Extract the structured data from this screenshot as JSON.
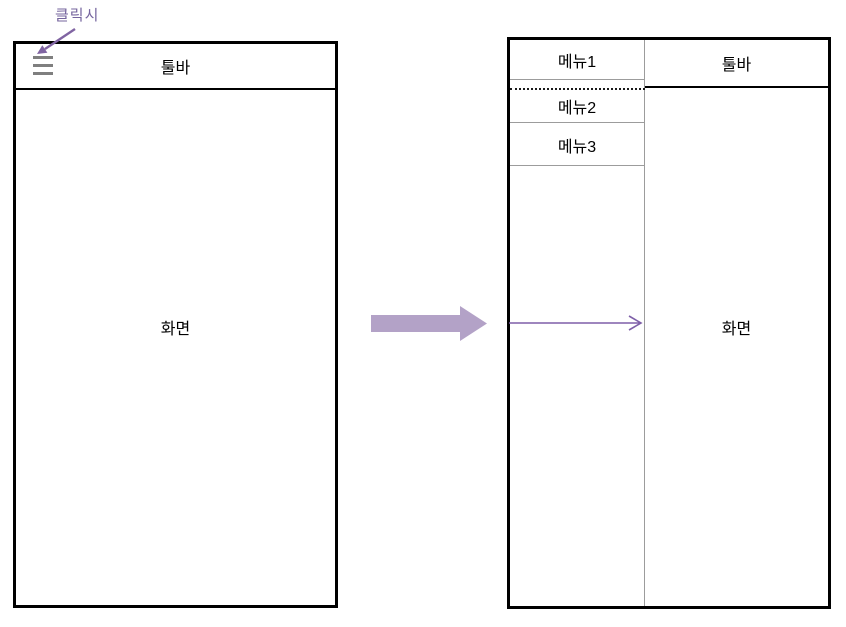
{
  "annotation": {
    "click_label": "클릭시"
  },
  "phone_before": {
    "toolbar_label": "툴바",
    "screen_label": "화면"
  },
  "phone_after": {
    "toolbar_label": "툴바",
    "screen_label": "화면",
    "drawer_items": [
      {
        "label": "메뉴1"
      },
      {
        "label": "메뉴2"
      },
      {
        "label": "메뉴3"
      }
    ]
  },
  "icons": {
    "menu_icon": "hamburger-icon",
    "annotation_arrow": "click-pointer-arrow-icon",
    "transition_arrow": "right-block-arrow-icon",
    "drawer_open_arrow": "drawer-slide-right-arrow-icon"
  },
  "colors": {
    "frame_border": "#000000",
    "thin_line_gray": "#9c9c9c",
    "hamburger_gray": "#7f7f7f",
    "annotation_purple": "#75649e",
    "arrow_purple": "#8064a2",
    "block_arrow_light_purple": "#b3a2c7"
  }
}
